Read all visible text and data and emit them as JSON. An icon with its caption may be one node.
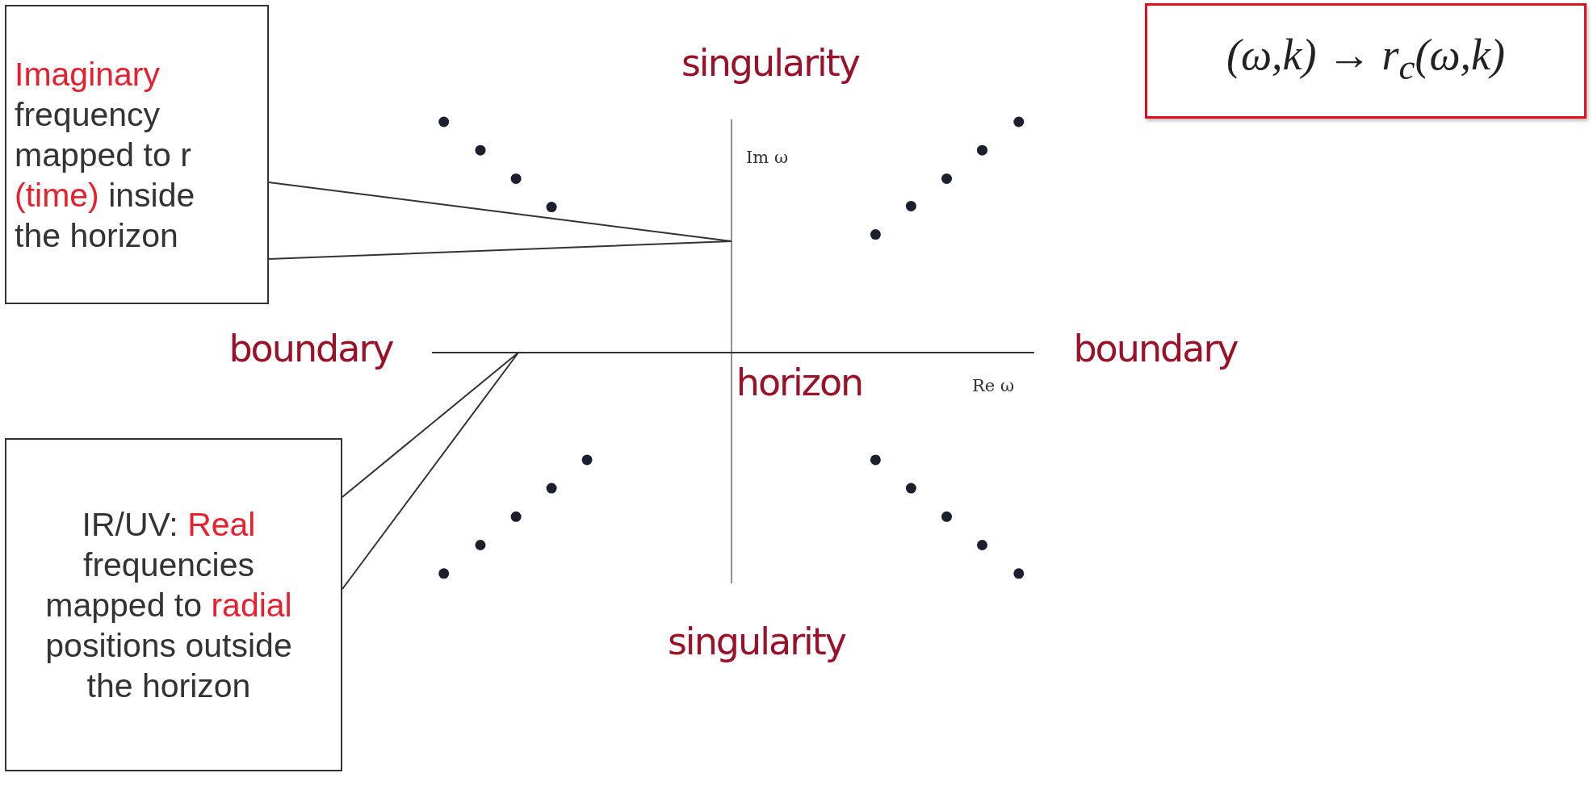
{
  "diagram": {
    "nodes": [
      {
        "text": [
          "**Imaginary** frequency mapped to r **(time)** inside the horizon"
        ]
      },
      {
        "text": [
          "IR/UV: **Real** frequencies mapped to **radial** positions outside the horizon"
        ]
      },
      {
        "text": [
          "(ω,k) → r$_{c}$(ω,k)"
        ]
      }
    ],
    "edges": [
      {
        "from": 0,
        "to": null,
        "arrow": "none"
      },
      {
        "from": 1,
        "to": null,
        "arrow": "none"
      }
    ],
    "labels": [
      "singularity",
      "Im ω",
      "boundary",
      "boundary",
      "horizon",
      "Re ω",
      "singularity"
    ]
  }
}
